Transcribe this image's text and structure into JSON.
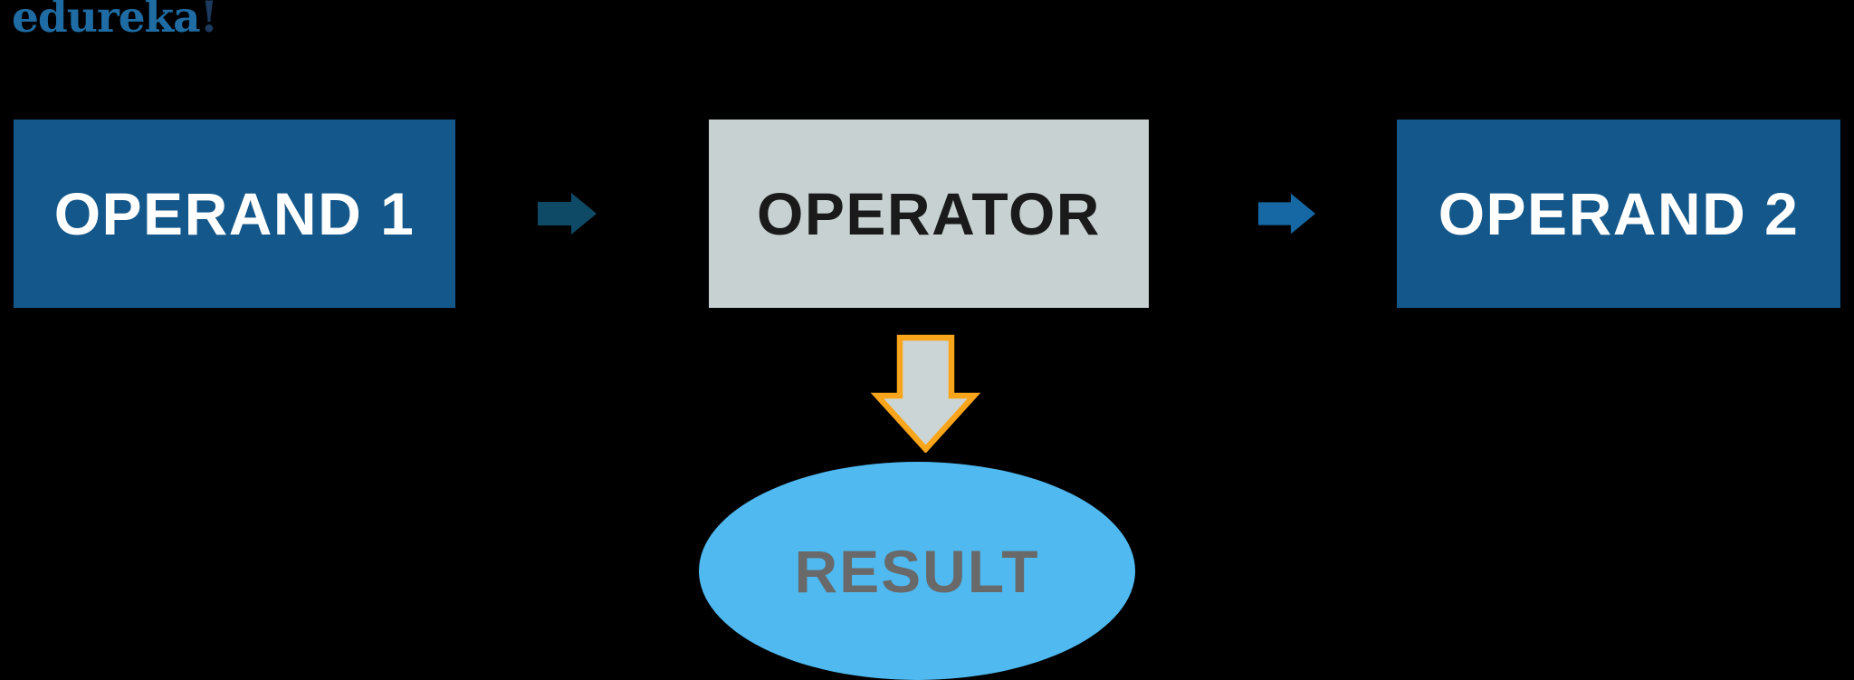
{
  "colors": {
    "background": "#000000",
    "logo-blue": "#1E6CA3",
    "logo-mark": "#1B3A5E",
    "box-blue": "#14578A",
    "box-gray": "#C7D1D1",
    "operand-text": "#FFFFFF",
    "operator-text": "#1A1A1A",
    "arrow1": "#0E4A66",
    "arrow2": "#1668A4",
    "down-arrow-fill": "#CCD5D5",
    "down-arrow-stroke": "#F9A51B",
    "ellipse-blue": "#4FB9F0",
    "result-text": "#696969"
  },
  "logo": {
    "text_main": "edureka",
    "text_mark": "!"
  },
  "flow": {
    "operand1": "OPERAND 1",
    "operator": "OPERATOR",
    "operand2": "OPERAND 2",
    "result": "RESULT"
  }
}
